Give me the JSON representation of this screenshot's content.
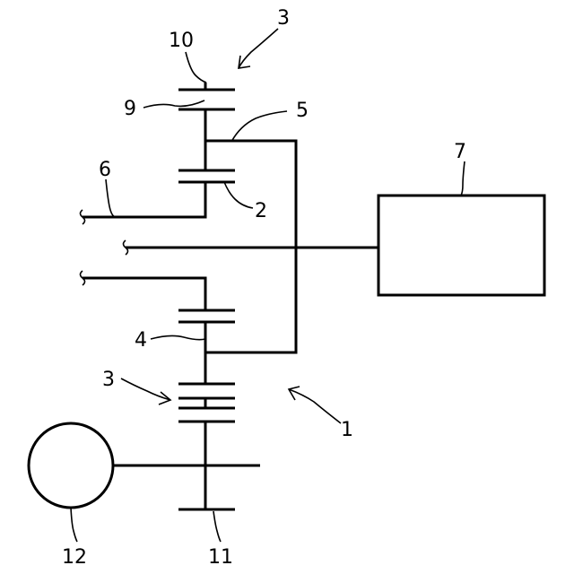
{
  "labels": {
    "ref_1": "1",
    "ref_2": "2",
    "ref_3_top": "3",
    "ref_3_bottom": "3",
    "ref_4": "4",
    "ref_5": "5",
    "ref_6": "6",
    "ref_7": "7",
    "ref_9": "9",
    "ref_10": "10",
    "ref_11": "11",
    "ref_12": "12"
  },
  "colors": {
    "line": "#000000",
    "background": "#ffffff"
  }
}
